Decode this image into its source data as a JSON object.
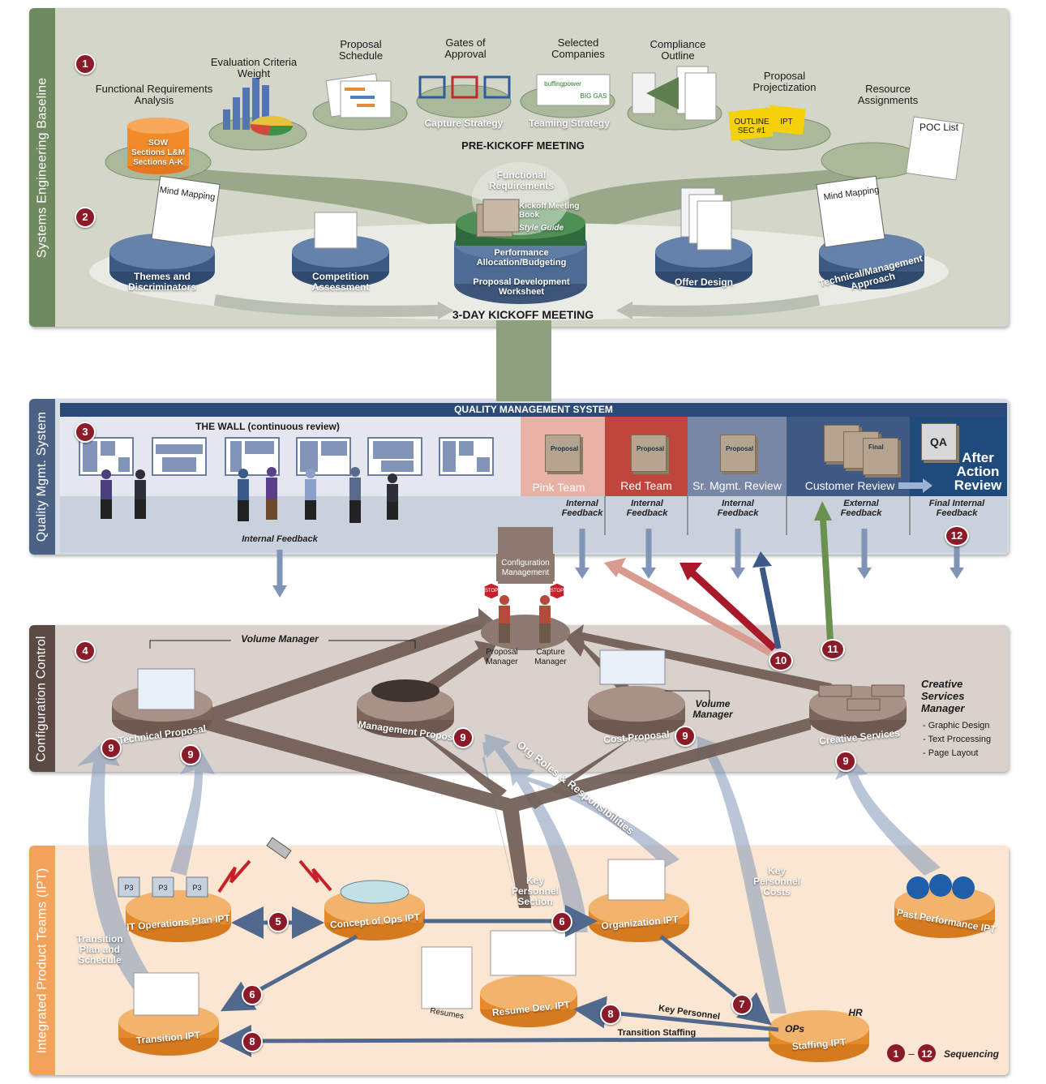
{
  "seb": {
    "side_label": "Systems Engineering Baseline",
    "pre_kickoff": "PRE-KICKOFF MEETING",
    "kickoff": "3-DAY KICKOFF MEETING",
    "items": {
      "func_req_analysis": "Functional Requirements Analysis",
      "eval_criteria": "Evaluation Criteria Weight",
      "proposal_schedule": "Proposal Schedule",
      "gates": "Gates of Approval",
      "selected_companies": "Selected Companies",
      "compliance": "Compliance Outline",
      "projectization": "Proposal Projectization",
      "resource": "Resource Assignments",
      "capture": "Capture Strategy",
      "teaming": "Teaming Strategy",
      "poc_list": "POC List",
      "sow_lines": [
        "SOW",
        "Sections L&M",
        "Sections A-K"
      ],
      "outline": "OUTLINE SEC #1",
      "ipt": "IPT",
      "func_req": "Functional Requirements",
      "kickoff_book": "Kickoff Meeting Book",
      "style_guide": "Style Guide",
      "perf_alloc": "Performance Allocation/Budgeting",
      "prop_dev": "Proposal Development Worksheet",
      "mind_mapping": "Mind Mapping",
      "themes": "Themes and Discriminators",
      "competition": "Competition Assessment",
      "offer": "Offer Design",
      "tech_mgmt": "Technical/Management Approach",
      "companies": [
        "buffingpower",
        "BIG GAS"
      ]
    }
  },
  "qms": {
    "side_label": "Quality Mgmt. System",
    "header": "QUALITY MANAGEMENT SYSTEM",
    "wall": "THE WALL (continuous review)",
    "wall_feedback": "Internal Feedback",
    "book_label": "Proposal",
    "reviews": [
      {
        "label": "Pink Team",
        "feedback": "Internal Feedback",
        "color": "#e8b1a6"
      },
      {
        "label": "Red Team",
        "feedback": "Internal Feedback",
        "color": "#c0453d"
      },
      {
        "label": "Sr. Mgmt. Review",
        "feedback": "Internal Feedback",
        "color": "#7887a6"
      },
      {
        "label": "Customer Review",
        "feedback": "External Feedback",
        "color": "#3e5983"
      },
      {
        "label": "After Action Review",
        "feedback": "Final Internal Feedback",
        "color": "#1f4a7c"
      }
    ],
    "final": "Final",
    "qa": "QA"
  },
  "cc": {
    "side_label": "Configuration Control",
    "config_mgmt": "Configuration Management",
    "stop": "STOP",
    "proposal_manager": "Proposal Manager",
    "capture_manager": "Capture Manager",
    "volume_manager": "Volume Manager",
    "technical": "Technical Proposal",
    "management": "Management Proposal",
    "cost": "Cost Proposal",
    "creative": "Creative Services",
    "creative_mgr": "Creative Services Manager",
    "creative_items": [
      "- Graphic Design",
      "- Text Processing",
      "- Page Layout"
    ],
    "org_roles": "Org Roles & Responsibilities"
  },
  "ipt": {
    "side_label": "Integrated Product Teams (IPT)",
    "it_ops": "IT Operations Plan IPT",
    "concept": "Concept of Ops IPT",
    "organization": "Organization IPT",
    "past_perf": "Past Performance IPT",
    "transition": "Transition IPT",
    "resume": "Resume Dev. IPT",
    "staffing": "Staffing IPT",
    "resumes": "Resumes",
    "key_personnel_section": "Key Personnel Section",
    "key_personnel_costs": "Key Personnel Costs",
    "transition_plan": "Transition Plan and Schedule",
    "key_personnel": "Key Personnel",
    "transition_staffing": "Transition Staffing",
    "ops": "OPs",
    "hr": "HR",
    "p3": "P3"
  },
  "legend": {
    "from": "1",
    "dash": "–",
    "to": "12",
    "label": "Sequencing"
  },
  "numbers": [
    "1",
    "2",
    "3",
    "4",
    "5",
    "6",
    "7",
    "8",
    "9",
    "10",
    "11",
    "12"
  ],
  "colors": {
    "seb_bg": "#d3d6c9",
    "seb_side": "#6f8a5f",
    "qms_bg": "#d7dde7",
    "qms_side": "#4b6285",
    "cc_bg": "#d8d1cc",
    "cc_side": "#5b4a43",
    "ipt_bg": "#fbe6d2",
    "ipt_side": "#f3a25b",
    "arrow_blue": "#6c84a6",
    "arrow_brown": "#6d5a52",
    "badge": "#8c1b2a"
  }
}
